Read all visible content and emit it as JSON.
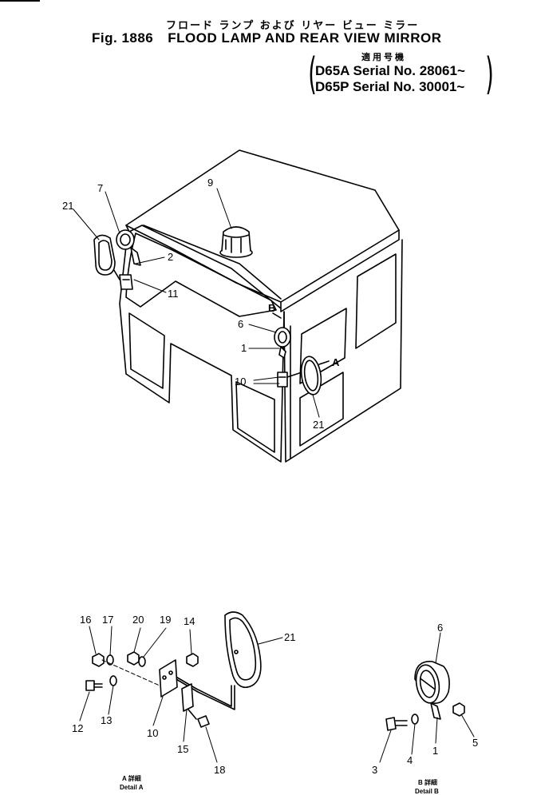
{
  "header": {
    "jp_title": "フロード ランプ および リヤー ビュー ミラー",
    "fig_label": "Fig. 1886",
    "title": "FLOOD LAMP AND REAR VIEW MIRROR"
  },
  "serial": {
    "jp_label": "適用号機",
    "lines": [
      "D65A  Serial No. 28061~",
      "D65P  Serial No. 30001~"
    ]
  },
  "main_view": {
    "part_labels": [
      "21",
      "7",
      "9",
      "2",
      "11",
      "6",
      "1",
      "10",
      "21"
    ],
    "view_markers": [
      "B",
      "A"
    ]
  },
  "detail_a": {
    "part_labels": [
      "16",
      "17",
      "20",
      "19",
      "14",
      "21",
      "12",
      "13",
      "10",
      "15",
      "18"
    ],
    "caption_jp": "A 詳細",
    "caption_en": "Detail A"
  },
  "detail_b": {
    "part_labels": [
      "6",
      "3",
      "4",
      "1",
      "5"
    ],
    "caption_jp": "B 詳細",
    "caption_en": "Detail B"
  }
}
